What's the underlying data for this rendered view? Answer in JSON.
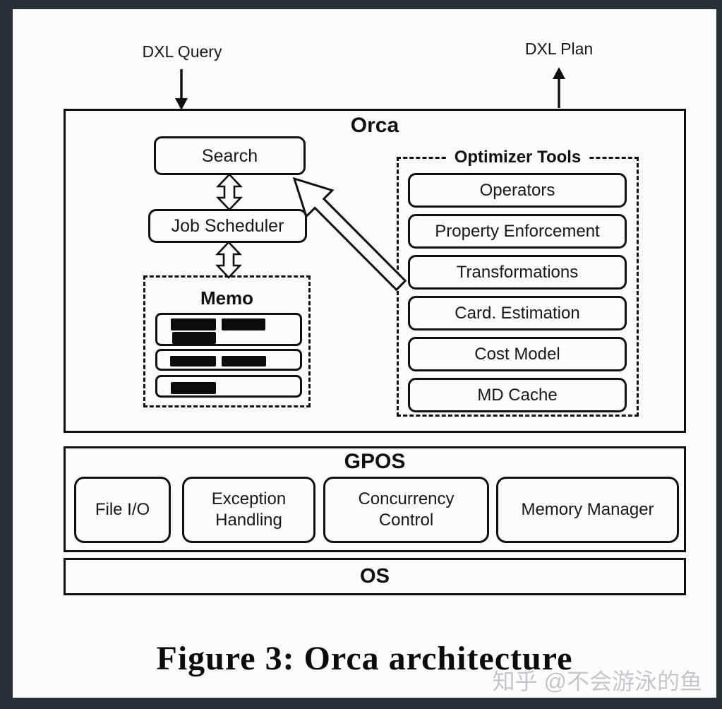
{
  "io": {
    "dxl_query": "DXL Query",
    "dxl_plan": "DXL Plan"
  },
  "orca": {
    "title": "Orca",
    "search": "Search",
    "job_scheduler": "Job Scheduler",
    "memo": {
      "title": "Memo"
    },
    "optimizer_tools": {
      "title": "Optimizer Tools",
      "items": [
        "Operators",
        "Property Enforcement",
        "Transformations",
        "Card. Estimation",
        "Cost Model",
        "MD Cache"
      ]
    }
  },
  "gpos": {
    "title": "GPOS",
    "items": [
      {
        "lines": [
          "File I/O"
        ]
      },
      {
        "lines": [
          "Exception",
          "Handling"
        ]
      },
      {
        "lines": [
          "Concurrency",
          "Control"
        ]
      },
      {
        "lines": [
          "Memory Manager"
        ]
      }
    ]
  },
  "os": {
    "title": "OS"
  },
  "caption": "Figure 3: Orca architecture",
  "watermark": "知乎 @不会游泳的鱼",
  "colors": {
    "frame_background": "#292d36",
    "paper": "#fcfcfc",
    "line": "#101010",
    "memo_bar": "#0c0c0c",
    "watermark_text": "#c2c6cb"
  }
}
